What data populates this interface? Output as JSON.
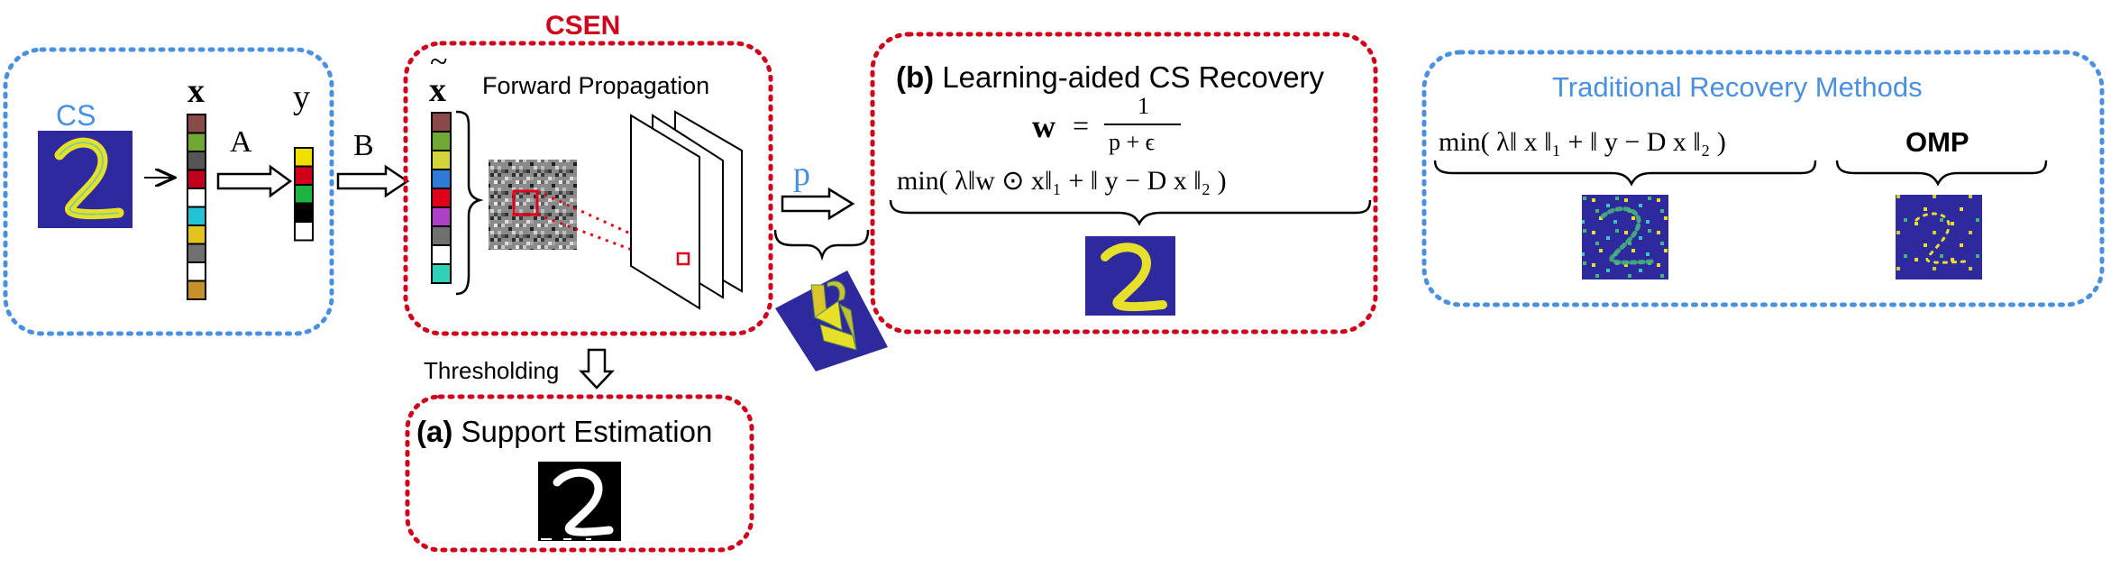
{
  "labels": {
    "cs": "CS",
    "x": "x",
    "y": "y",
    "A": "A",
    "B": "B",
    "x_tilde": "x",
    "tilde": "~",
    "csen_title": "CSEN",
    "forward_propagation": "Forward Propagation",
    "p": "p",
    "thresholding": "Thresholding",
    "support_prefix": "(a)",
    "support_title": "Support Estimation",
    "learning_prefix": "(b)",
    "learning_title": "Learning-aided CS Recovery",
    "traditional_title": "Traditional Recovery Methods",
    "omp": "OMP"
  },
  "equations": {
    "weight_w": "w",
    "weight_eq": "=",
    "weight_num": "1",
    "weight_den": "p + ϵ",
    "weighted_min": "min( λ‖w ⊙ x‖₁  + ‖ y  − D x ‖₂ )",
    "l1_min": "min( λ‖ x ‖₁  + ‖ y  − D x ‖₂ )"
  },
  "colors": {
    "blue_border": "#4A90E2",
    "red_border": "#D0021B",
    "digit_bg": "#2E2A9E",
    "digit_fg": "#E6E02A",
    "text": "#000000",
    "blue_text": "#4A90E2"
  },
  "vectors": {
    "x_cells": [
      "#8B4A4A",
      "#6FA832",
      "#555555",
      "#C0001A",
      "#FFFFFF",
      "#22C3D6",
      "#E3C21E",
      "#707070",
      "#FFFFFF",
      "#C8902A"
    ],
    "y_cells": [
      "#F0E000",
      "#D0021B",
      "#1DB33F",
      "#000000",
      "#FFFFFF"
    ],
    "xtilde_cells": [
      "#8B4A4A",
      "#6FA832",
      "#D3D33A",
      "#2F7AD6",
      "#E0001A",
      "#B03FC8",
      "#707070",
      "#FFFFFF",
      "#2FD1B8"
    ]
  }
}
